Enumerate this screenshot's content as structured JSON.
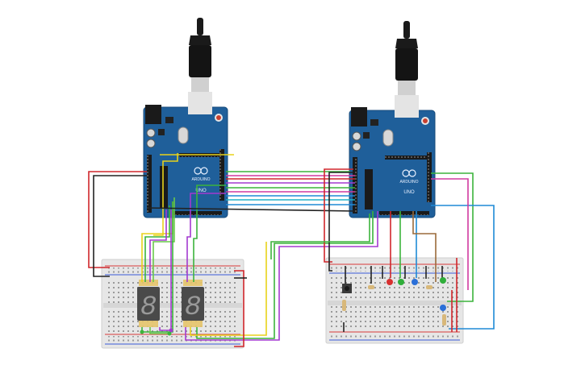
{
  "scene": {
    "background": "#ffffff",
    "board_color": "#1f5f9a",
    "board_edge": "#164a7a",
    "breadboard_color": "#e6e6e6",
    "breadboard_rail_red": "#d83a3a",
    "breadboard_rail_blue": "#3a5ad8",
    "segment_display_color": "#4a4a4a",
    "segment_lit_color": "#9a9a9a"
  },
  "arduinos": [
    {
      "label": "ARDUINO",
      "model": "UNO"
    },
    {
      "label": "ARDUINO",
      "model": "UNO"
    }
  ],
  "displays": [
    {
      "digit": "8"
    },
    {
      "digit": "8"
    }
  ],
  "leds": [
    {
      "color": "#d83030"
    },
    {
      "color": "#2fae3a"
    },
    {
      "color": "#2a6fd8"
    },
    {
      "color": "#2fae3a"
    },
    {
      "color": "#2a6fd8"
    }
  ],
  "wire_colors": {
    "red": "#d0262b",
    "black": "#222222",
    "yellow": "#e8d21a",
    "green": "#3cb43c",
    "purple": "#a33ad0",
    "magenta": "#d03aa0",
    "blue": "#1e8ad6",
    "brown": "#9a6a3a",
    "lightgreen": "#69c94a",
    "cyan": "#20b0c8"
  }
}
